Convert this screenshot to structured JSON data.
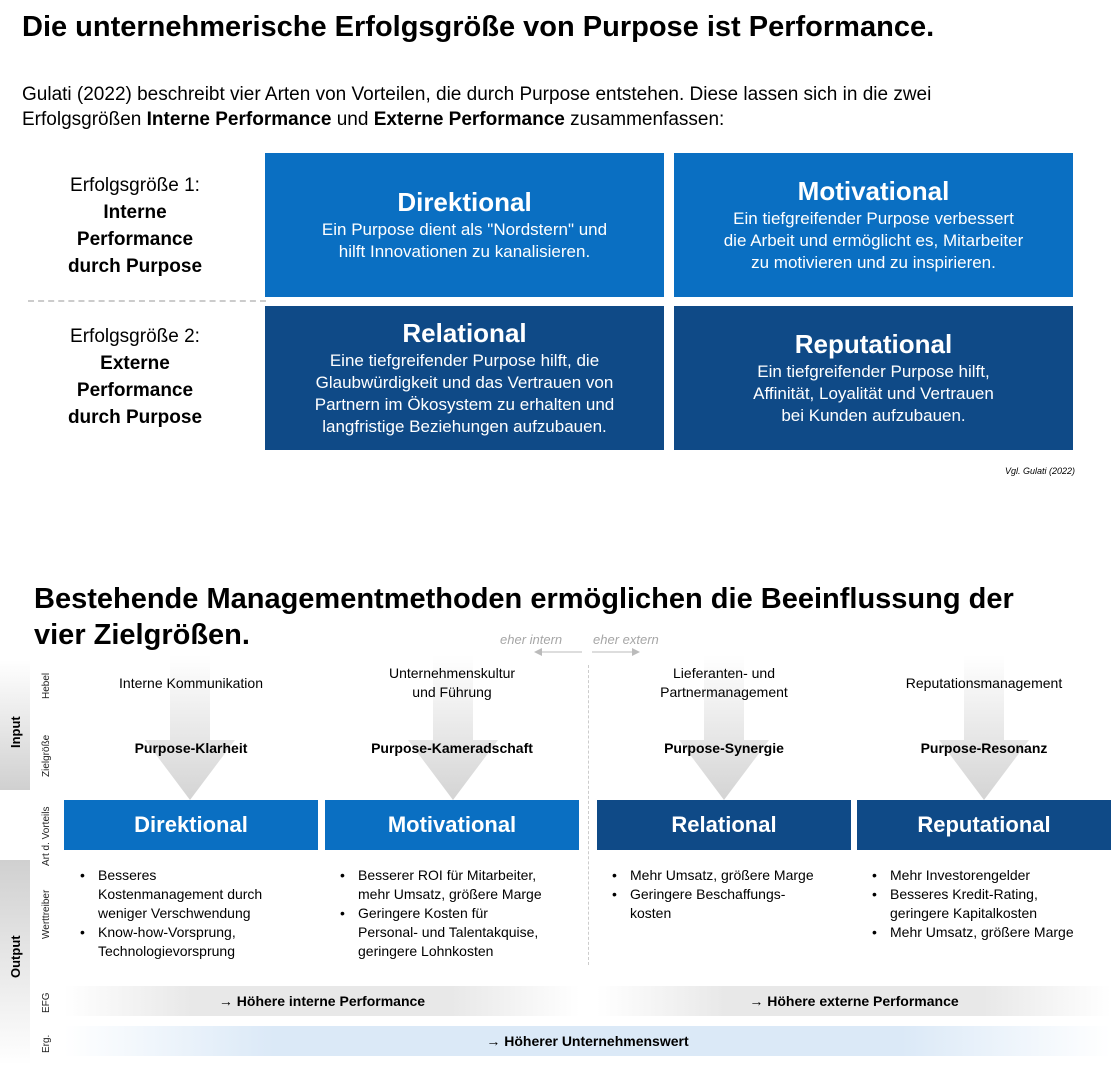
{
  "top": {
    "title": "Die unternehmerische Erfolgsgröße von Purpose ist Performance.",
    "intro_line1": "Gulati (2022) beschreibt vier Arten von Vorteilen, die durch Purpose entstehen. Diese lassen sich in die zwei",
    "intro_line2_prefix": "Erfolgsgrößen ",
    "intro_bold1": "Interne Performance",
    "intro_mid": " und ",
    "intro_bold2": "Externe Performance",
    "intro_suffix": " zusammenfassen:",
    "row1_label_prefix": "Erfolgsgröße 1:",
    "row1_label_bold": "Interne\nPerformance\ndurch Purpose",
    "row2_label_prefix": "Erfolgsgröße 2:",
    "row2_label_bold": "Externe\nPerformance\ndurch Purpose",
    "boxes": [
      {
        "title": "Direktional",
        "desc": "Ein Purpose dient als \"Nordstern\" und\nhilft Innovationen zu kanalisieren."
      },
      {
        "title": "Motivational",
        "desc": "Ein tiefgreifender Purpose verbessert\ndie Arbeit und ermöglicht es, Mitarbeiter\nzu motivieren und zu inspirieren."
      },
      {
        "title": "Relational",
        "desc": "Eine tiefgreifender Purpose hilft, die\nGlaubwürdigkeit und das Vertrauen von\nPartnern im Ökosystem zu erhalten und\nlangfristige Beziehungen aufzubauen."
      },
      {
        "title": "Reputational",
        "desc": "Ein tiefgreifender Purpose hilft,\nAffinität, Loyalität und Vertrauen\nbei Kunden aufzubauen."
      }
    ],
    "citation": "Vgl. Gulati (2022)"
  },
  "bottom": {
    "title_line1": "Bestehende Managementmethoden ermöglichen die Beeinflussung der",
    "title_line2": "vier Zielgrößen.",
    "dir_intern": "eher intern",
    "dir_extern": "eher extern",
    "side_input": "Input",
    "side_output": "Output",
    "side_hebel": "Hebel",
    "side_zielgroesse": "Zielgröße",
    "side_art": "Art d. Vorteils",
    "side_werttreiber": "Werttreiber",
    "side_efg": "EFG",
    "side_erg": "Erg.",
    "columns": [
      {
        "lever": "Interne Kommunikation",
        "goal": "Purpose-Klarheit",
        "band": "Direktional",
        "bullets": [
          "Besseres\nKostenmanagement durch\nweniger Verschwendung",
          "Know-how-Vorsprung,\nTechnologievorsprung"
        ]
      },
      {
        "lever": "Unternehmenskultur\nund Führung",
        "goal": "Purpose-Kameradschaft",
        "band": "Motivational",
        "bullets": [
          "Besserer ROI für Mitarbeiter,\nmehr Umsatz, größere Marge",
          "Geringere Kosten für\nPersonal- und Talentakquise,\ngeringere Lohnkosten"
        ]
      },
      {
        "lever": "Lieferanten- und\nPartnermanagement",
        "goal": "Purpose-Synergie",
        "band": "Relational",
        "bullets": [
          "Mehr Umsatz, größere Marge",
          "Geringere Beschaffungs-\nkosten"
        ]
      },
      {
        "lever": "Reputationsmanagement",
        "goal": "Purpose-Resonanz",
        "band": "Reputational",
        "bullets": [
          "Mehr Investorengelder",
          "Besseres Kredit-Rating,\ngeringere Kapitalkosten",
          "Mehr Umsatz, größere Marge"
        ]
      }
    ],
    "efg_intern": "→ Höhere interne Performance",
    "efg_extern": "→ Höhere externe Performance",
    "result": "→ Höherer Unternehmenswert"
  },
  "colors": {
    "blue_light": "#0a6fc2",
    "blue_dark": "#0f4a87",
    "result_bar": "#dbe9f7"
  }
}
